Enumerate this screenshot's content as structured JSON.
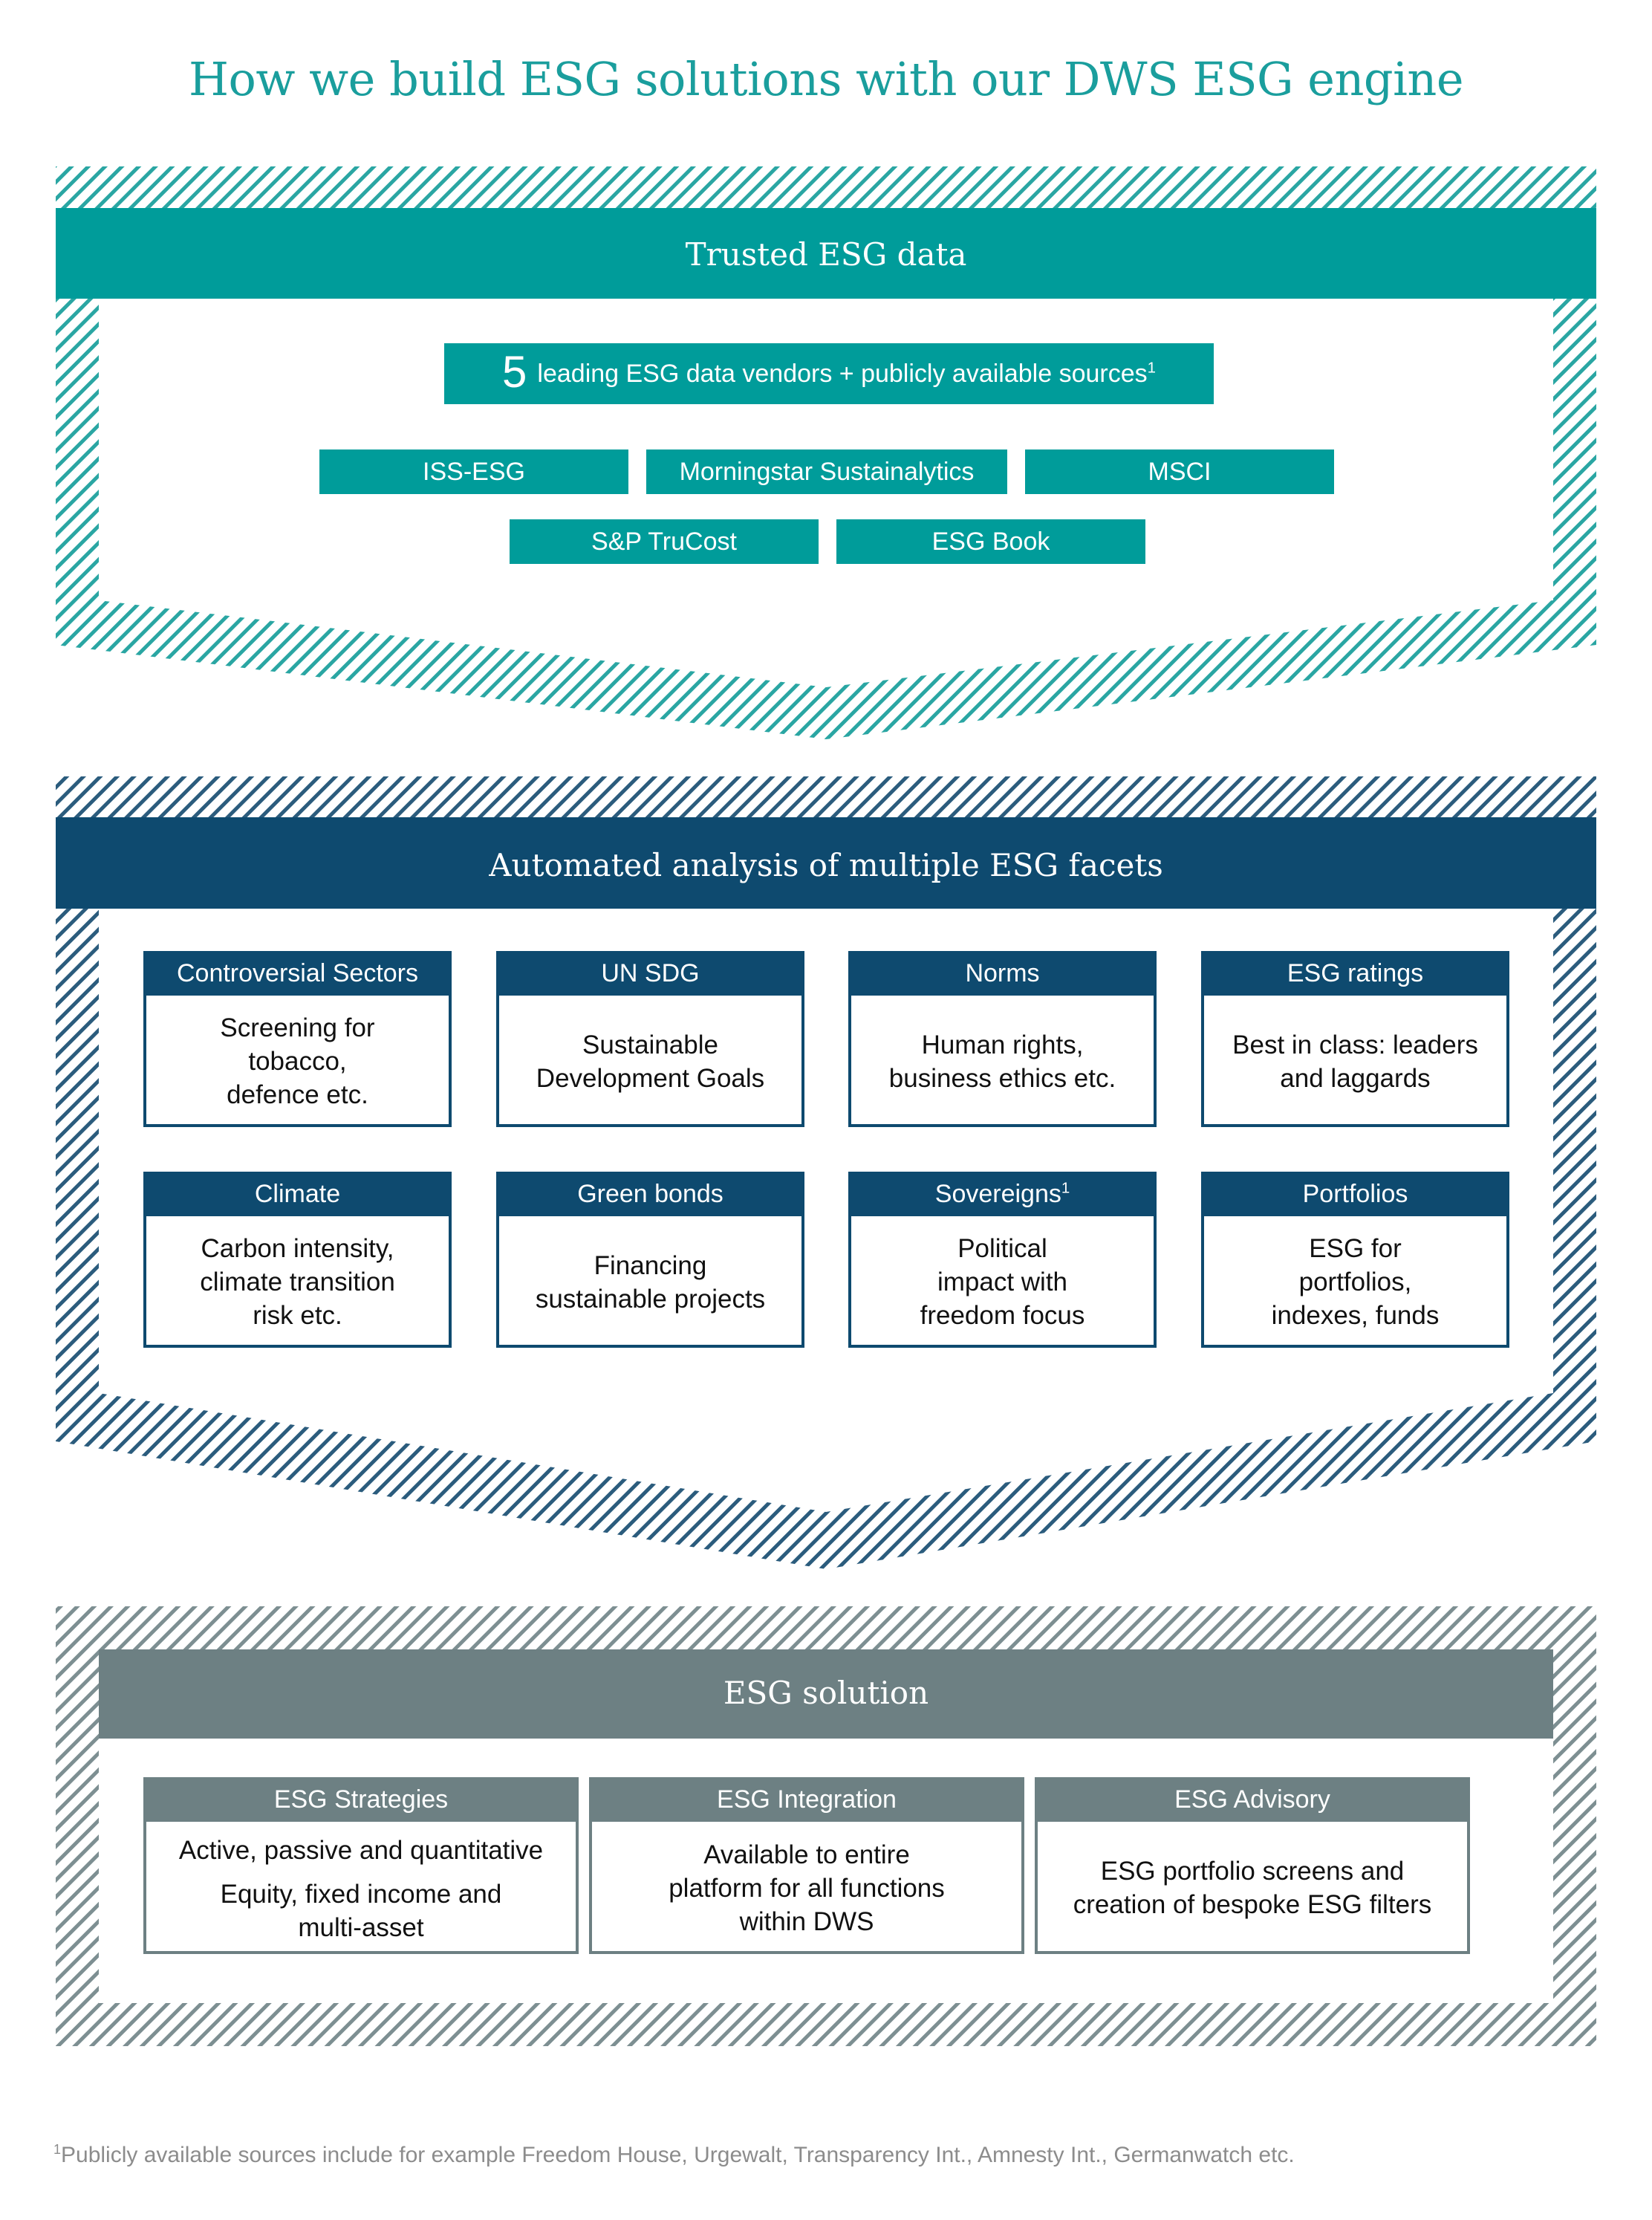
{
  "title": "How we build ESG solutions with our DWS ESG engine",
  "colors": {
    "teal": "#009c9a",
    "title_teal": "#1a9e9d",
    "navy": "#0e4a6f",
    "grey": "#6d8083",
    "footnote": "#8c8c8c"
  },
  "section1": {
    "title": "Trusted ESG data",
    "lead_number": "5",
    "lead_text": "leading ESG data vendors + publicly available sources",
    "lead_footnote_mark": "1",
    "vendors": [
      "ISS-ESG",
      "Morningstar Sustainalytics",
      "MSCI",
      "S&P TruCost",
      "ESG Book"
    ]
  },
  "section2": {
    "title": "Automated analysis of multiple ESG facets",
    "facets": [
      {
        "header": "Controversial Sectors",
        "lines": [
          "Screening for",
          "tobacco,",
          "defence etc."
        ]
      },
      {
        "header": "UN SDG",
        "lines": [
          "Sustainable",
          "Development Goals"
        ]
      },
      {
        "header": "Norms",
        "lines": [
          "Human rights,",
          "business ethics etc."
        ]
      },
      {
        "header": "ESG ratings",
        "lines": [
          "Best in class: leaders",
          "and laggards"
        ]
      },
      {
        "header": "Climate",
        "lines": [
          "Carbon intensity,",
          "climate transition",
          "risk etc."
        ]
      },
      {
        "header": "Green bonds",
        "lines": [
          "Financing",
          "sustainable projects"
        ]
      },
      {
        "header": "Sovereigns",
        "header_mark": "1",
        "lines": [
          "Political",
          "impact with",
          "freedom focus"
        ]
      },
      {
        "header": "Portfolios",
        "lines": [
          "ESG for",
          "portfolios,",
          "indexes, funds"
        ]
      }
    ]
  },
  "section3": {
    "title": "ESG solution",
    "solutions": [
      {
        "header": "ESG Strategies",
        "lines": [
          "Active, passive and quantitative"
        ],
        "lines2": [
          "Equity, fixed income and",
          "multi-asset"
        ]
      },
      {
        "header": "ESG Integration",
        "lines": [
          "Available to entire",
          "platform for all functions",
          "within DWS"
        ]
      },
      {
        "header": "ESG Advisory",
        "lines": [
          "ESG portfolio screens and",
          "creation of bespoke ESG filters"
        ]
      }
    ]
  },
  "footnote": {
    "mark": "1",
    "text": "Publicly available sources include for example Freedom House, Urgewalt, Transparency Int., Amnesty Int., Germanwatch etc."
  }
}
